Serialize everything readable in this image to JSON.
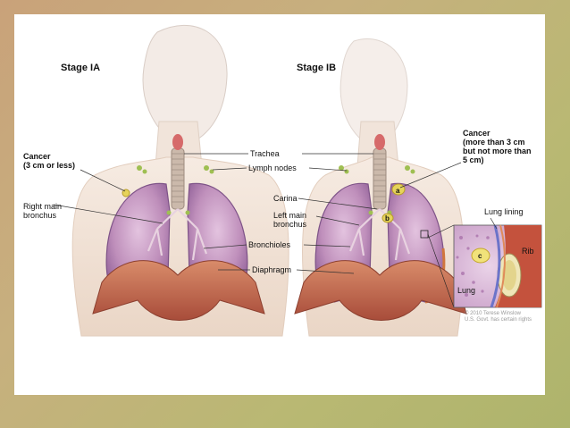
{
  "stages": {
    "left": "Stage IA",
    "right": "Stage IB"
  },
  "labels": {
    "cancer_ia": "Cancer\n(3 cm or less)",
    "right_main_bronchus": "Right main\nbronchus",
    "trachea": "Trachea",
    "lymph_nodes": "Lymph nodes",
    "carina": "Carina",
    "left_main_bronchus": "Left main\nbronchus",
    "bronchioles": "Bronchioles",
    "diaphragm": "Diaphragm",
    "cancer_ib": "Cancer\n(more than 3 cm\nbut not more than\n5 cm)",
    "lung_lining": "Lung lining",
    "rib": "Rib",
    "lung": "Lung",
    "marker_a": "a",
    "marker_b": "b",
    "marker_c": "c"
  },
  "copyright": "© 2010 Terese Winslow\nU.S. Govt. has certain rights",
  "colors": {
    "background": "#c7b07e",
    "slide": "#ffffff",
    "lung": "#b98ab3",
    "diaphragm": "#c46a4f",
    "skin": "#efdccc",
    "trachea": "#c9b7a9"
  }
}
